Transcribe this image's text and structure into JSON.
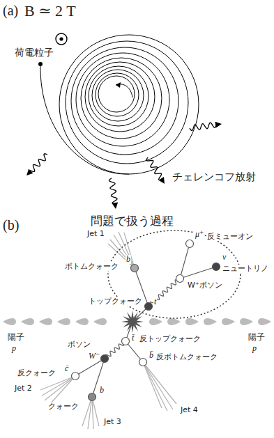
{
  "diagram": {
    "nodes": [
      {
        "text": [
          "問題で扱う過程"
        ]
      }
    ],
    "labels": [
      "(a)",
      "B ≃ 2 T",
      "荷電粒子",
      "チェレンコフ放射",
      "(b)",
      "Jet 1",
      "ボトムクォーク",
      "b",
      "μ⁺",
      "反ミューオン",
      "W⁺ボソン",
      "ν",
      "ニュートリノ",
      "t",
      "トップクォーク",
      "陽子",
      "p",
      "陽子",
      "p",
      "ボソン",
      "W⁻",
      "反クォーク",
      "c̄",
      "Jet 2",
      "t̄",
      "反トップクォーク",
      "b̄",
      "反ボトムクォーク",
      "b",
      "クォーク",
      "Jet 3",
      "Jet 4"
    ]
  }
}
